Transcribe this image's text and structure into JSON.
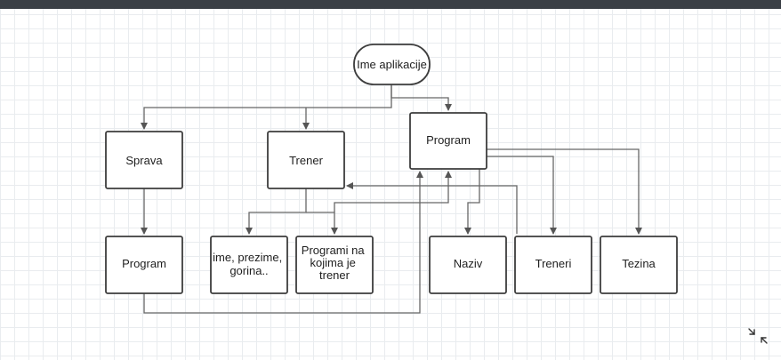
{
  "diagram": {
    "nodes": {
      "root": "Ime aplikacije",
      "sprava": "Sprava",
      "trener": "Trener",
      "program_top": "Program",
      "program_bottom": "Program",
      "trener_info": [
        "ime, prezime,",
        "gorina.."
      ],
      "trener_programs": [
        "Programi na",
        "kojima je",
        "trener"
      ],
      "naziv": "Naziv",
      "treneri": "Treneri",
      "tezina": "Tezina"
    }
  },
  "controls": {
    "fit_icon": "collapse-arrows-icon"
  },
  "colors": {
    "stroke": "#3d3d3d",
    "connector": "#666666",
    "topbar": "#3a3f45"
  }
}
